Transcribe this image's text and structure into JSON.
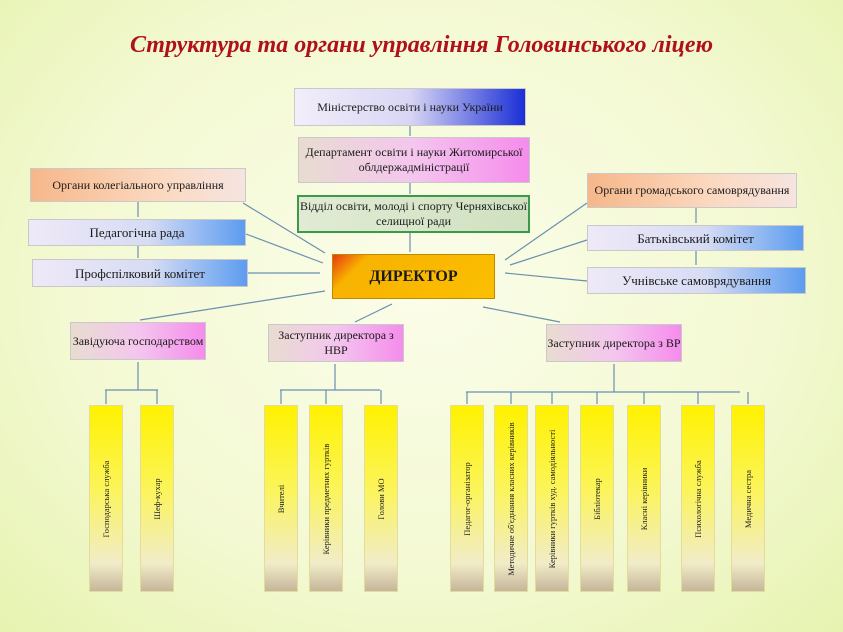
{
  "title": "Структура та органи управління Головинського ліцею",
  "top": {
    "ministry": "Міністерство освіти і науки України",
    "department": "Департамент освіти і науки Житомирської облдержадміністрації",
    "district": "Відділ освіти, молоді і спорту Черняхівської селищної ради"
  },
  "director": "ДИРЕКТОР",
  "left": {
    "collegial": "Органи колегіального управління",
    "ped_council": "Педагогічна рада",
    "trade_union": "Профспілковий комітет"
  },
  "right": {
    "public": "Органи громадського самоврядування",
    "parents": "Батьківський комітет",
    "students": "Учнівське самоврядування"
  },
  "deputies": {
    "household": "Завідуюча господарством",
    "nvr": "Заступник директора з НВР",
    "vr": "Заступник директора з ВР"
  },
  "household_units": [
    "Господарська служба",
    "Шеф-кухар"
  ],
  "nvr_units": [
    "Вчителі",
    "Керівники предметних гуртків",
    "Голови МО"
  ],
  "vr_units": [
    "Педагог-організатор",
    "Методичне об'єднання класних керівників",
    "Керівники гуртків худ. самодіяльності",
    "Бібліотекар",
    "Класні керівники",
    "Психологічна служба",
    "Медична сестра"
  ]
}
